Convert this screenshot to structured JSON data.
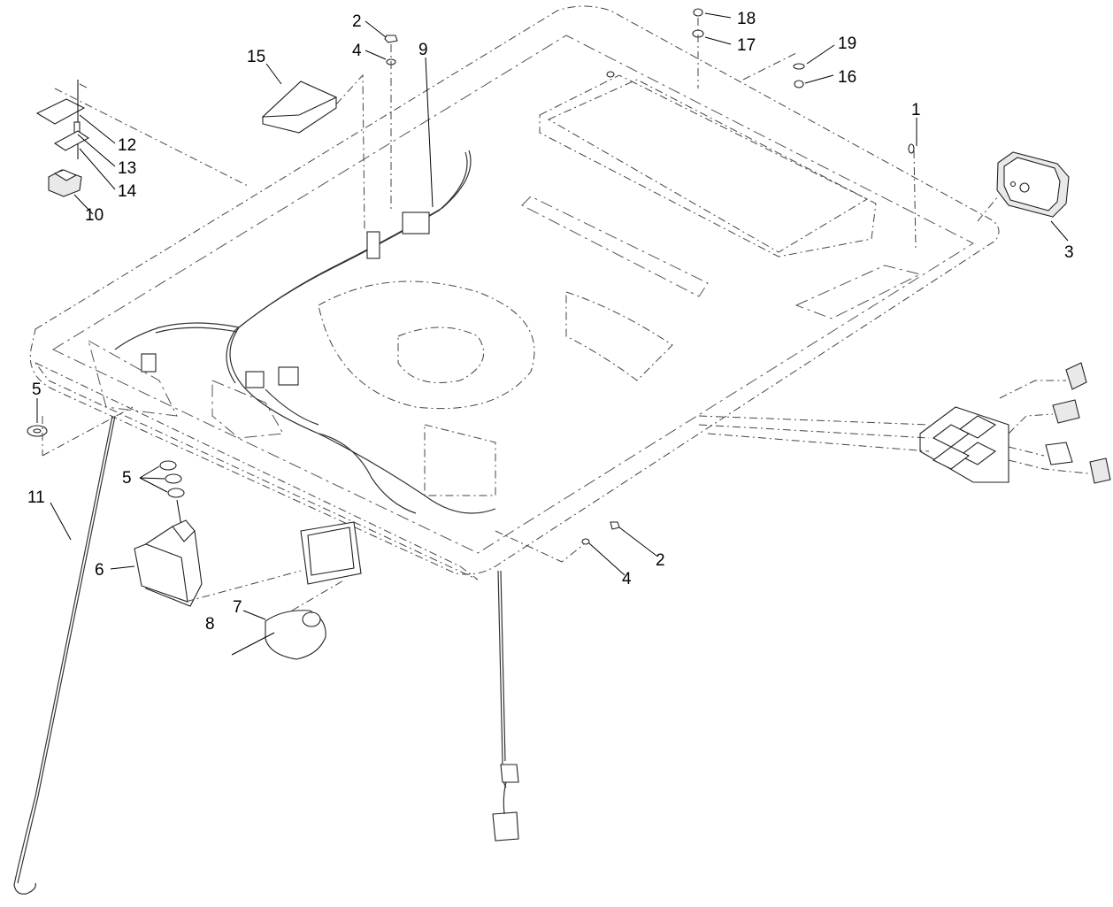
{
  "callouts": [
    {
      "id": "c2a",
      "label": "2"
    },
    {
      "id": "c4a",
      "label": "4"
    },
    {
      "id": "c9",
      "label": "9"
    },
    {
      "id": "c15",
      "label": "15"
    },
    {
      "id": "c18",
      "label": "18"
    },
    {
      "id": "c17",
      "label": "17"
    },
    {
      "id": "c19",
      "label": "19"
    },
    {
      "id": "c16",
      "label": "16"
    },
    {
      "id": "c1",
      "label": "1"
    },
    {
      "id": "c3",
      "label": "3"
    },
    {
      "id": "c12",
      "label": "12"
    },
    {
      "id": "c13",
      "label": "13"
    },
    {
      "id": "c14",
      "label": "14"
    },
    {
      "id": "c10",
      "label": "10"
    },
    {
      "id": "c5a",
      "label": "5"
    },
    {
      "id": "c5b",
      "label": "5"
    },
    {
      "id": "c11",
      "label": "11"
    },
    {
      "id": "c6",
      "label": "6"
    },
    {
      "id": "c7",
      "label": "7"
    },
    {
      "id": "c8",
      "label": "8"
    },
    {
      "id": "c2b",
      "label": "2"
    },
    {
      "id": "c4b",
      "label": "4"
    }
  ]
}
